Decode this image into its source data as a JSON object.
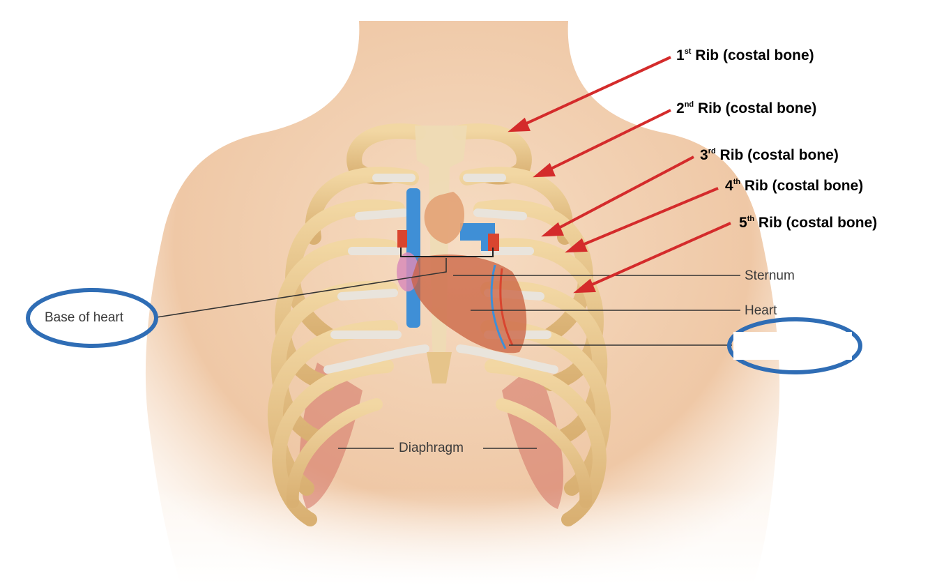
{
  "figure": {
    "rib_labels": [
      {
        "num": "1",
        "sup": "st",
        "text": " Rib (costal bone)"
      },
      {
        "num": "2",
        "sup": "nd",
        "text": " Rib (costal bone)"
      },
      {
        "num": "3",
        "sup": "rd",
        "text": " Rib (costal bone)"
      },
      {
        "num": "4",
        "sup": "th",
        "text": " Rib (costal bone)"
      },
      {
        "num": "5",
        "sup": "th",
        "text": " Rib (costal bone)"
      }
    ],
    "structure_labels": {
      "sternum": "Sternum",
      "heart": "Heart",
      "base_of_heart": "Base of heart",
      "diaphragm": "Diaphragm",
      "apex_blank": ""
    },
    "colors": {
      "arrow": "#d42b2b",
      "circle": "#2f6db5",
      "bone": "#e8c98c",
      "cartilage": "#e9e4dc",
      "skin": "#f3d2b4",
      "vein": "#3f8fd6",
      "artery": "#d9452f",
      "heart_muscle": "#c9603f"
    }
  }
}
